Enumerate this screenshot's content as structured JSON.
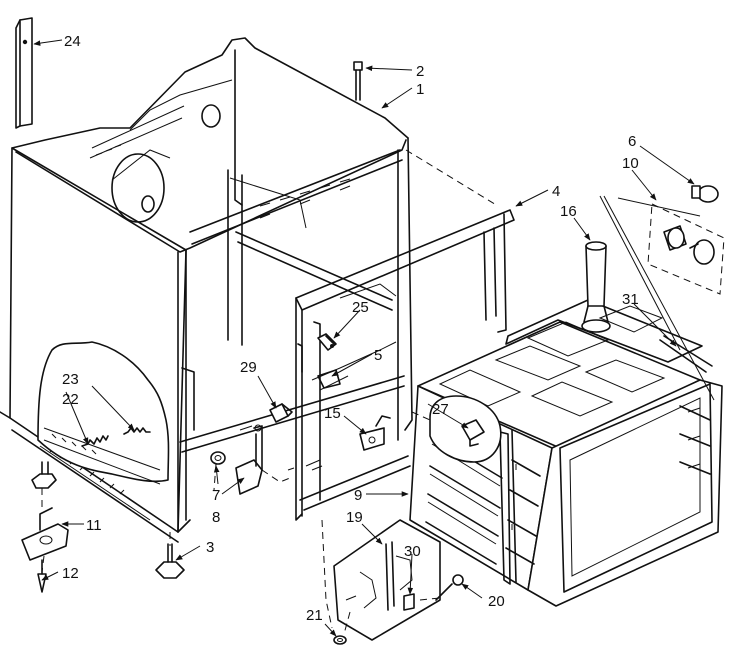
{
  "callouts": [
    {
      "id": "c1",
      "label": "1"
    },
    {
      "id": "c2",
      "label": "2"
    },
    {
      "id": "c3",
      "label": "3"
    },
    {
      "id": "c4",
      "label": "4"
    },
    {
      "id": "c5",
      "label": "5"
    },
    {
      "id": "c6",
      "label": "6"
    },
    {
      "id": "c7",
      "label": "7"
    },
    {
      "id": "c8",
      "label": "8"
    },
    {
      "id": "c9",
      "label": "9"
    },
    {
      "id": "c10",
      "label": "10"
    },
    {
      "id": "c11",
      "label": "11"
    },
    {
      "id": "c12",
      "label": "12"
    },
    {
      "id": "c15",
      "label": "15"
    },
    {
      "id": "c16",
      "label": "16"
    },
    {
      "id": "c19",
      "label": "19"
    },
    {
      "id": "c20",
      "label": "20"
    },
    {
      "id": "c21",
      "label": "21"
    },
    {
      "id": "c22",
      "label": "22"
    },
    {
      "id": "c23",
      "label": "23"
    },
    {
      "id": "c24",
      "label": "24"
    },
    {
      "id": "c25",
      "label": "25"
    },
    {
      "id": "c27",
      "label": "27"
    },
    {
      "id": "c29",
      "label": "29"
    },
    {
      "id": "c30",
      "label": "30"
    },
    {
      "id": "c31",
      "label": "31"
    }
  ]
}
